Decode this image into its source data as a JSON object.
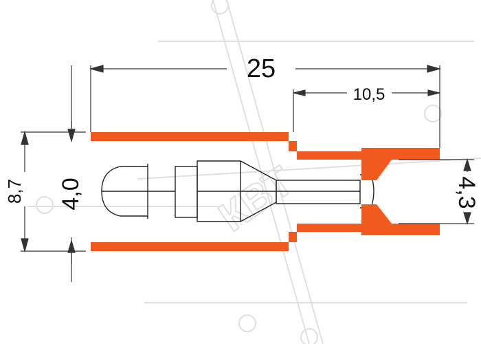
{
  "drawing": {
    "dimensions": {
      "overall_length": "25",
      "socket_depth": "10,5",
      "outer_diameter": "8,7",
      "pin_diameter": "4,0",
      "wire_entry_diameter": "4,3"
    },
    "watermark": "КВТ",
    "colors": {
      "insulation": "#f05a1e",
      "outline": "#222222",
      "watermark": "#dddddd",
      "text": "#111111"
    }
  }
}
